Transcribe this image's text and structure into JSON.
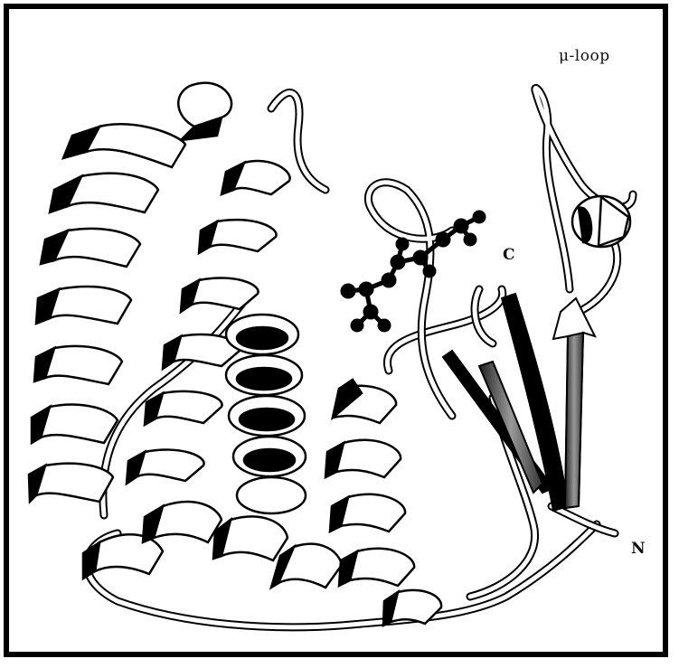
{
  "labels": {
    "mu_loop": "μ-loop",
    "c_terminus": "C",
    "n_terminus": "N"
  },
  "colors": {
    "frame": "#000000",
    "ribbon_face": "#ffffff",
    "ribbon_shadow": "#000000",
    "strand_gray": "#777777"
  }
}
